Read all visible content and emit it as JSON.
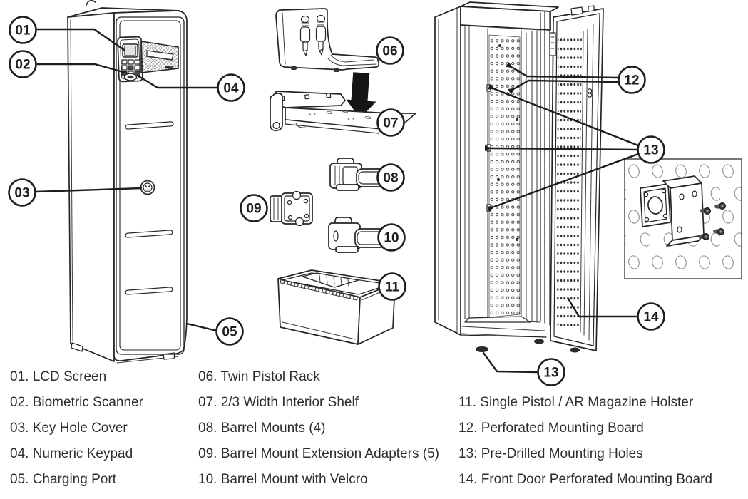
{
  "diagram": {
    "subject": "Gun safe parts and accessories exploded diagram",
    "background": "#ffffff",
    "line_color": "#242424",
    "arrow_color": "#151515",
    "text_color": "#2d2d2d"
  },
  "callouts": [
    {
      "id": "01"
    },
    {
      "id": "02"
    },
    {
      "id": "03"
    },
    {
      "id": "04"
    },
    {
      "id": "05"
    },
    {
      "id": "06"
    },
    {
      "id": "07"
    },
    {
      "id": "08"
    },
    {
      "id": "09"
    },
    {
      "id": "10"
    },
    {
      "id": "11"
    },
    {
      "id": "12"
    },
    {
      "id": "13"
    },
    {
      "id": "14"
    },
    {
      "id": "13"
    }
  ],
  "legend": {
    "columns": [
      {
        "items": [
          "01. LCD Screen",
          "02. Biometric Scanner",
          "03. Key Hole Cover",
          "04. Numeric Keypad",
          "05. Charging Port"
        ]
      },
      {
        "items": [
          "06. Twin Pistol Rack",
          "07. 2/3 Width Interior Shelf",
          "08. Barrel Mounts (4)",
          "09. Barrel Mount Extension Adapters (5)",
          "10. Barrel Mount with Velcro"
        ]
      },
      {
        "items": [
          "11. Single Pistol / AR Magazine Holster",
          "12. Perforated Mounting Board",
          "13: Pre-Drilled Mounting Holes",
          "14. Front Door Perforated Mounting Board"
        ]
      }
    ]
  }
}
